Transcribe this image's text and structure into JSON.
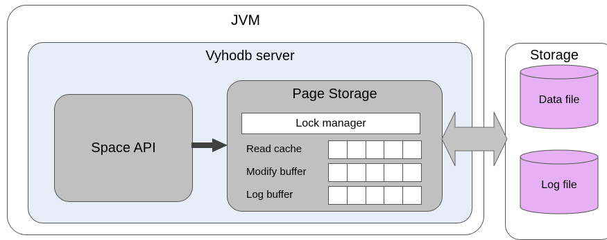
{
  "jvm": {
    "title": "JVM"
  },
  "server": {
    "title": "Vyhodb server"
  },
  "space_api": {
    "label": "Space API"
  },
  "page_storage": {
    "title": "Page Storage",
    "lock_manager": "Lock manager",
    "buffers": [
      {
        "label": "Read cache",
        "cells": 5
      },
      {
        "label": "Modify buffer",
        "cells": 5
      },
      {
        "label": "Log buffer",
        "cells": 5
      }
    ]
  },
  "storage": {
    "title": "Storage",
    "files": [
      {
        "label": "Data file"
      },
      {
        "label": "Log file"
      }
    ]
  },
  "colors": {
    "server_fill": "#e8eef8",
    "box_gray": "#c0c0c0",
    "cylinder_fill": "#e8b0f4",
    "arrow_dark": "#404040",
    "double_arrow_fill": "#c4c4c4"
  }
}
